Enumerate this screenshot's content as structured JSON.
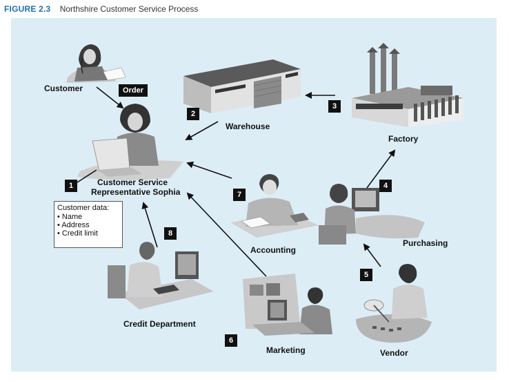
{
  "figure": {
    "number": "FIGURE 2.3",
    "title": "Northshire Customer Service Process"
  },
  "labels": {
    "customer": "Customer",
    "order": "Order",
    "csr_line1": "Customer Service",
    "csr_line2": "Representative Sophia",
    "warehouse": "Warehouse",
    "factory": "Factory",
    "accounting": "Accounting",
    "purchasing": "Purchasing",
    "credit": "Credit Department",
    "marketing": "Marketing",
    "vendor": "Vendor"
  },
  "steps": [
    "1",
    "2",
    "3",
    "4",
    "5",
    "6",
    "7",
    "8"
  ],
  "customer_data": {
    "title": "Customer data:",
    "items": [
      "Name",
      "Address",
      "Credit limit"
    ]
  },
  "colors": {
    "panel": "#dcedf6",
    "figure_number": "#1f6fb0",
    "badge": "#111111"
  }
}
